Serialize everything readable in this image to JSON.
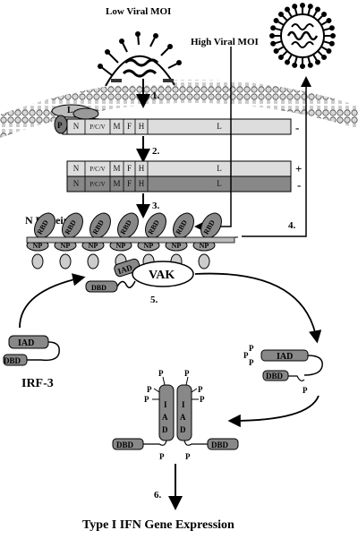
{
  "labels": {
    "low_moi": "Low Viral  MOI",
    "high_moi": "High Viral  MOI",
    "n_protein": "N Protein",
    "irf3": "IRF-3",
    "vak": "VAK",
    "footer": "Type I IFN Gene Expression",
    "iad": "IAD",
    "dbd": "DBD",
    "rbd": "RBD",
    "np": "NP",
    "p": "P",
    "l": "L",
    "c": "C",
    "plus": "+",
    "minus": "-",
    "i": "I",
    "a": "A",
    "d": "D"
  },
  "genome": {
    "genes": [
      "N",
      "P/C/V",
      "M",
      "F",
      "H",
      "L"
    ]
  },
  "steps": [
    "1.",
    "2.",
    "3.",
    "4.",
    "5.",
    "6."
  ]
}
